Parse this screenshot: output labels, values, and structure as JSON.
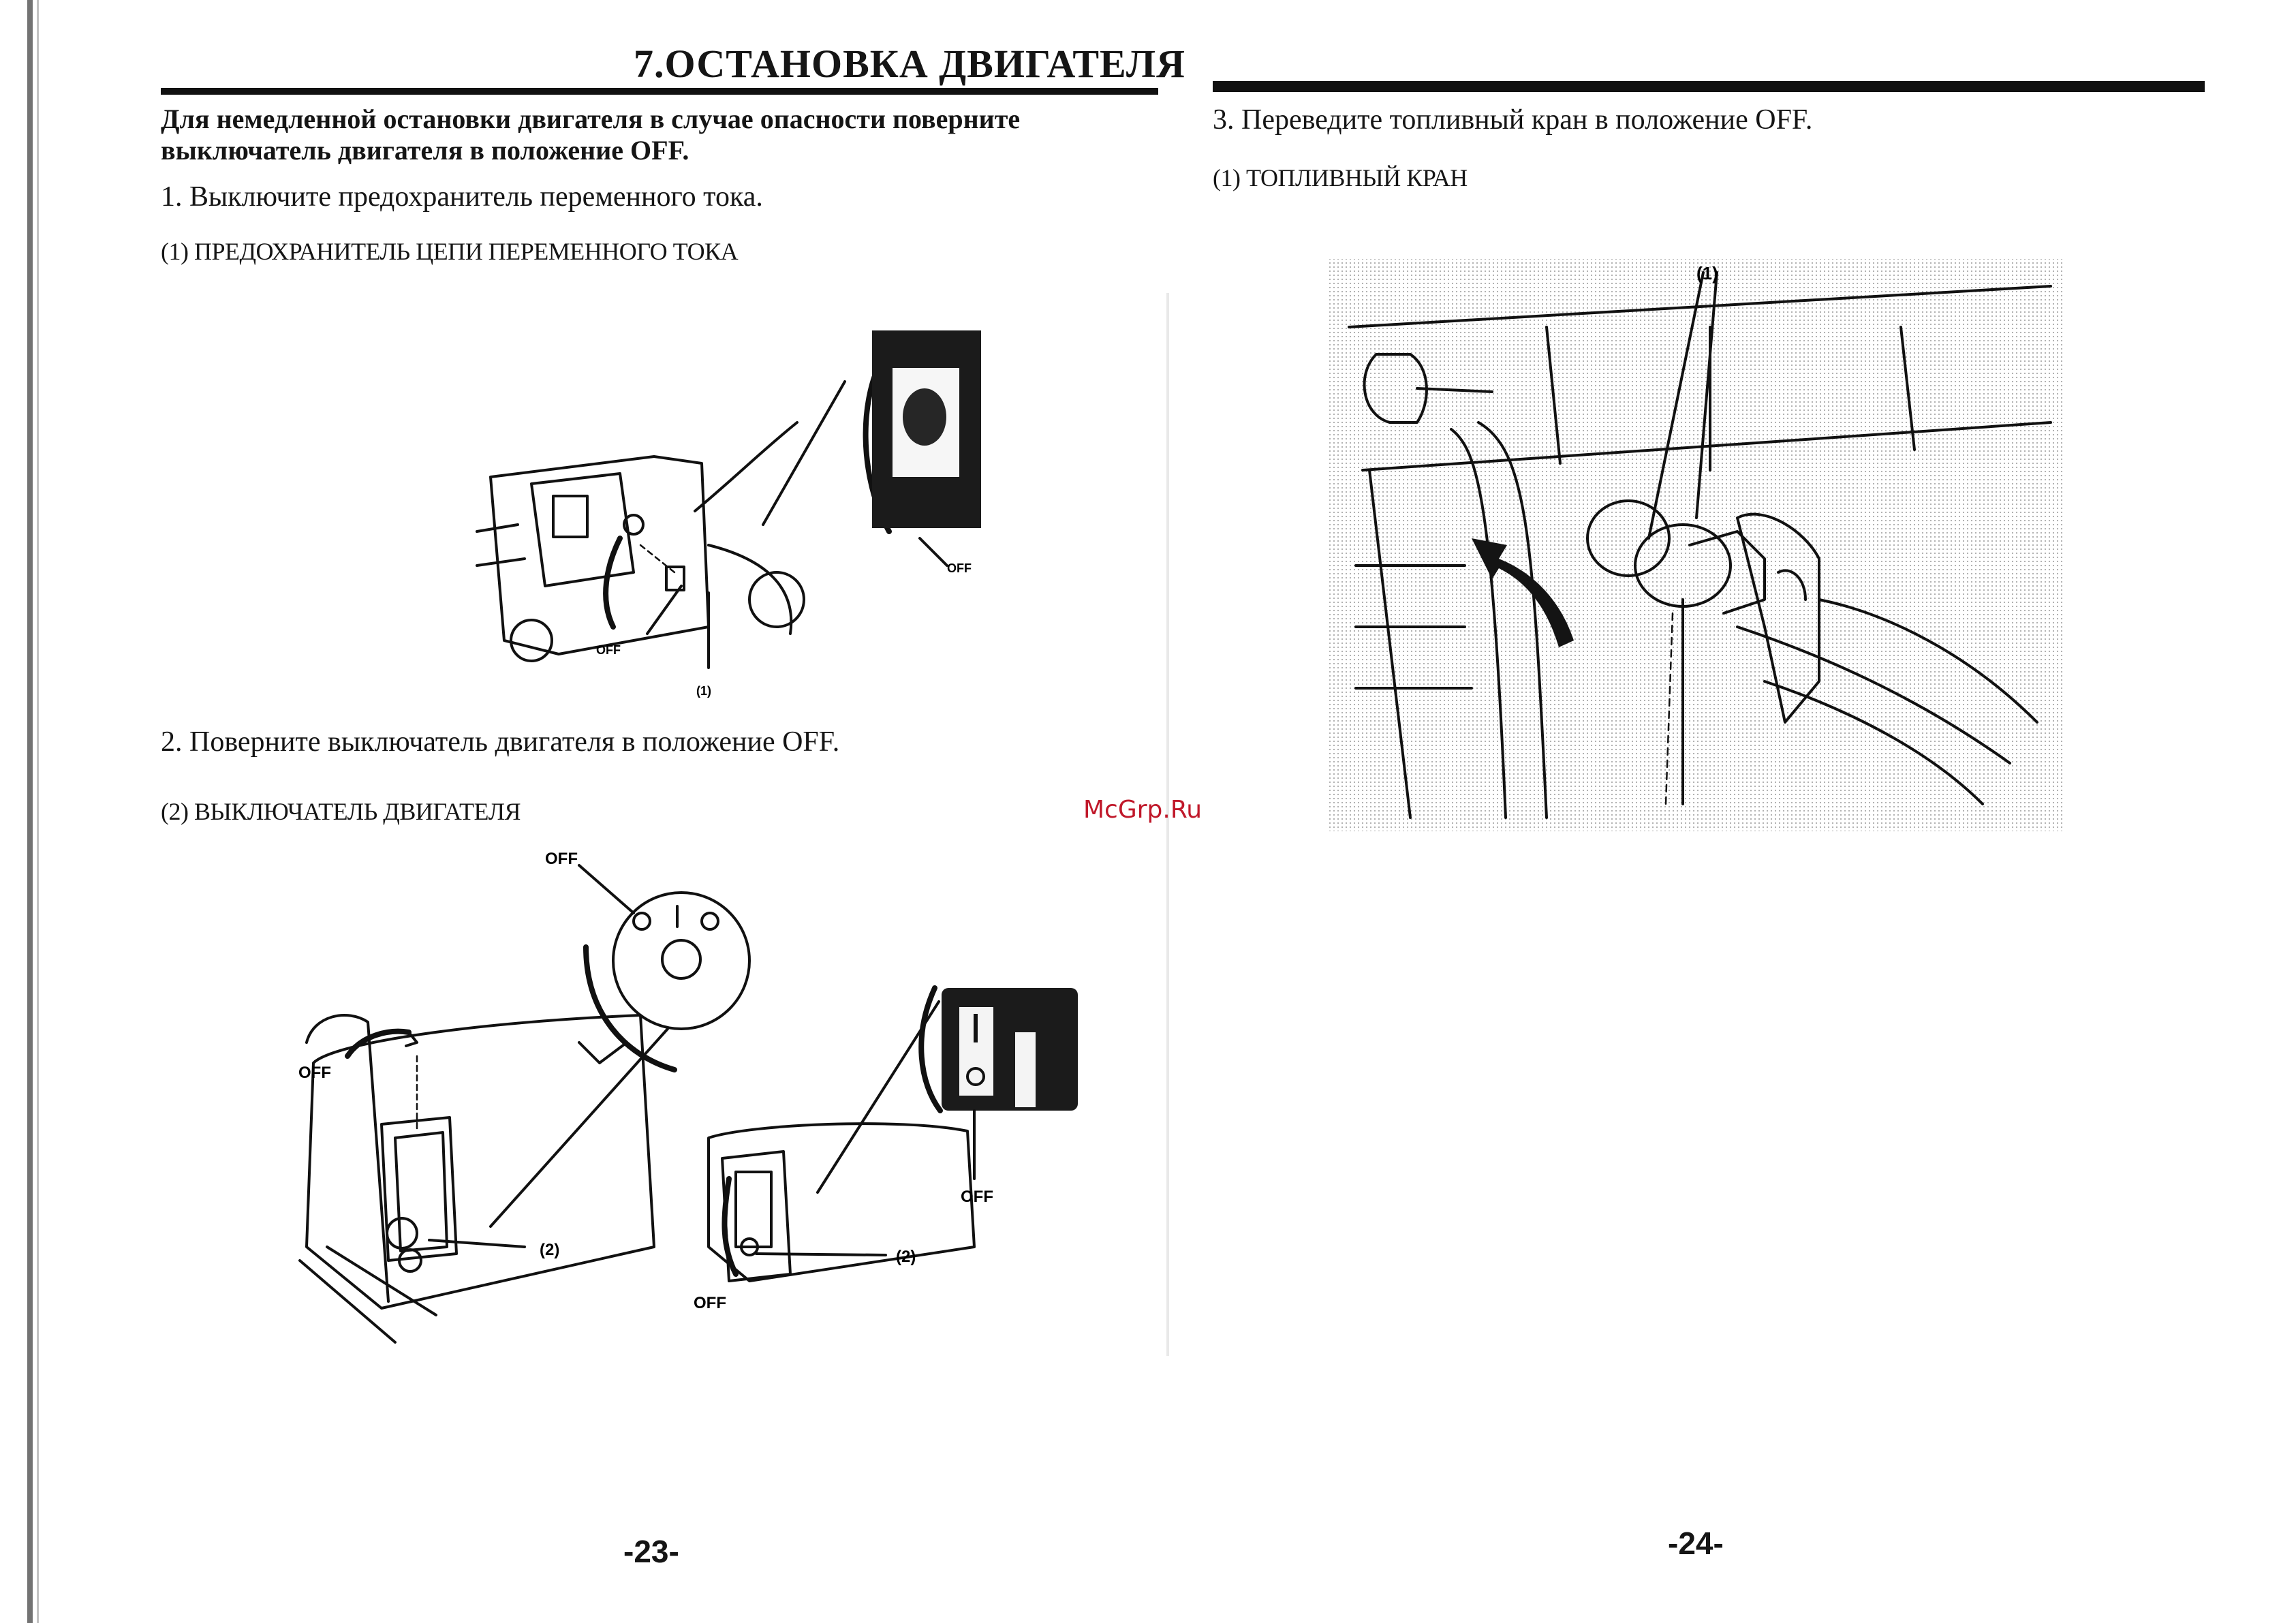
{
  "page_title": "7.ОСТАНОВКА ДВИГАТЕЛЯ",
  "warning": "Для немедленной остановки двигателя в случае опасности поверните выключатель двигателя в положение OFF.",
  "left_page": {
    "step1": "1. Выключите предохранитель переменного тока.",
    "caption1": "(1) ПРЕДОХРАНИТЕЛЬ ЦЕПИ ПЕРЕМЕННОГО ТОКА",
    "step2": "2. Поверните выключатель двигателя в положение OFF.",
    "caption2": "(2) ВЫКЛЮЧАТЕЛЬ ДВИГАТЕЛЯ",
    "page_number": "-23-"
  },
  "right_page": {
    "step3": "3. Переведите топливный кран в положение OFF.",
    "caption3": "(1) ТОПЛИВНЫЙ КРАН",
    "page_number": "-24-"
  },
  "figure_labels": {
    "off": "OFF",
    "callout1": "(1)",
    "callout2": "(2)"
  },
  "watermark": "McGrp.Ru"
}
